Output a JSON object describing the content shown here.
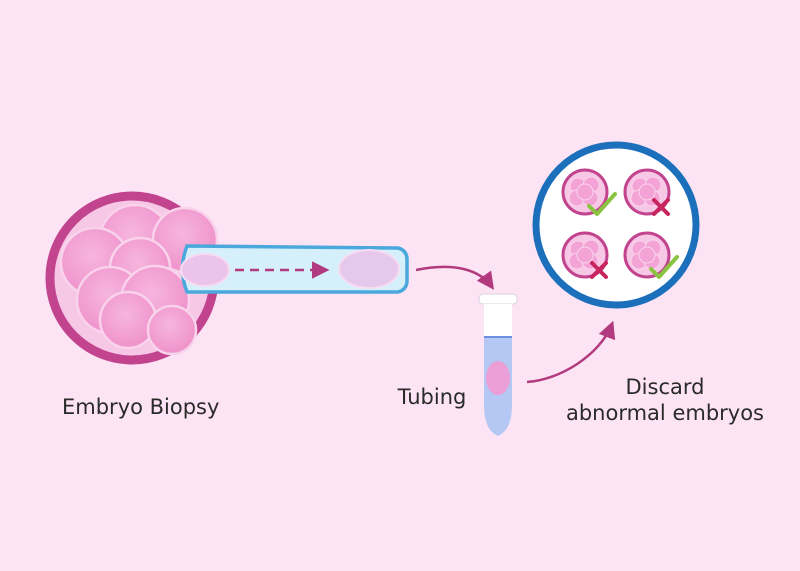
{
  "labels": {
    "biopsy": "Embryo Biopsy",
    "tubing": "Tubing",
    "discard_line1": "Discard",
    "discard_line2": "abnormal embryos"
  },
  "colors": {
    "background": "#fde4f4",
    "embryo_ring": "#c2448f",
    "cell": "#f4a3d6",
    "pipette_fill": "#d6f0fb",
    "pipette_border": "#4aa8dc",
    "arrow": "#b23a7f",
    "selection_ring": "#1b6fbb",
    "check": "#8ac43f",
    "cross": "#c8245e"
  },
  "embryo_results": [
    "normal",
    "abnormal",
    "abnormal",
    "normal"
  ],
  "icons": [
    "embryo-icon",
    "pipette-icon",
    "tube-icon",
    "checkmark-icon",
    "cross-icon"
  ]
}
